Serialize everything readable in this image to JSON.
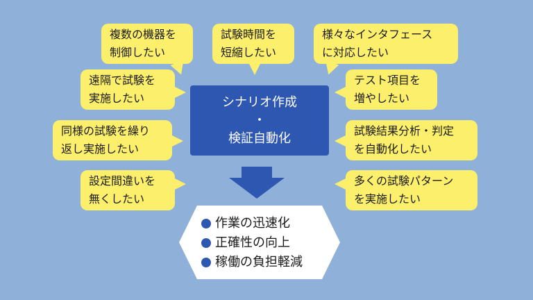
{
  "center": {
    "line1": "シナリオ作成",
    "line2": "・",
    "line3": "検証自動化"
  },
  "bubbles": [
    {
      "id": "multi-device",
      "lines": [
        "複数の機器を",
        "制御したい"
      ]
    },
    {
      "id": "shorten-time",
      "lines": [
        "試験時間を",
        "短縮したい"
      ]
    },
    {
      "id": "interfaces",
      "lines": [
        "様々なインタフェース",
        "に対応したい"
      ]
    },
    {
      "id": "remote-test",
      "lines": [
        "遠隔で試験を",
        "実施したい"
      ]
    },
    {
      "id": "more-items",
      "lines": [
        "テスト項目を",
        "増やしたい"
      ]
    },
    {
      "id": "repeat-test",
      "lines": [
        "同様の試験を繰り",
        "返し実施したい"
      ]
    },
    {
      "id": "auto-analysis",
      "lines": [
        "試験結果分析・判定",
        "を自動化したい"
      ]
    },
    {
      "id": "no-mistakes",
      "lines": [
        "設定間違いを",
        "無くしたい"
      ]
    },
    {
      "id": "many-patterns",
      "lines": [
        "多くの試験パターン",
        "を実施したい"
      ]
    }
  ],
  "results": [
    "作業の迅速化",
    "正確性の向上",
    "稼働の負担軽減"
  ],
  "colors": {
    "background": "#8fb0d8",
    "bubble": "#fbef6b",
    "center_box": "#2d57b0",
    "arrow": "#2d57b0",
    "result_fill": "#ffffff",
    "bullet": "#2d57b0"
  }
}
